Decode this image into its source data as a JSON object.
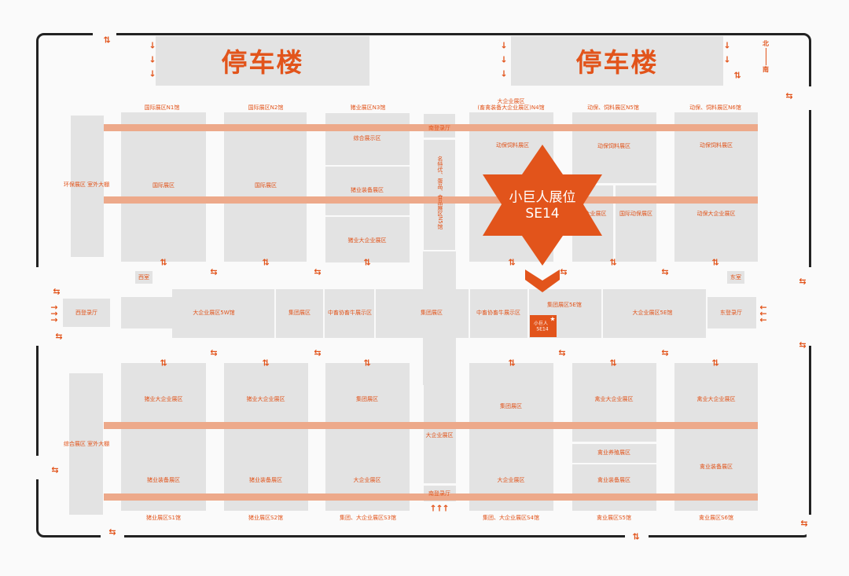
{
  "parking": {
    "label": "停车楼"
  },
  "compass": {
    "north": "北",
    "south": "南"
  },
  "halls_top": {
    "n1": "国际展区N1馆",
    "n2": "国际展区N2馆",
    "n3": "猪业展区N3馆",
    "n4_line1": "大企业展区",
    "n4_line2": "(畜禽装备大企业展区)N4馆",
    "n5": "动保、饲料展区N5馆",
    "n6": "动保、饲料展区N6馆"
  },
  "halls_bottom": {
    "s1": "猪业展区S1馆",
    "s2": "猪业展区S2馆",
    "s3": "集团、大企业展区S3馆",
    "s4": "集团、大企业展区S4馆",
    "s5": "禽业展区S5馆",
    "s6": "禽业展区S6馆"
  },
  "zones": {
    "env_left": "环保展区 室外大棚",
    "general_left": "综合展区 室外大棚",
    "intl_1": "国际展区",
    "intl_2": "国际展区",
    "general_show": "综合展示区",
    "pig_equip": "猪业装备展区",
    "pig_big": "猪业大企业展区",
    "south_hall": "南登录厅",
    "celebrity": "名特优、蛋品、食品展区N5馆",
    "feed_1": "动保饲料展区",
    "feed_2": "动保饲料展区",
    "feed_3": "动保饲料展区",
    "big_ent_small": "大企业展区",
    "intl_feed": "国际动保展区",
    "feed_big": "动保大企业展区",
    "west_gate": "西登录厅",
    "big_ent_5w": "大企业展区5W馆",
    "group_1": "集团展区",
    "mid_show_1": "中畜协畜牛展示区",
    "group_2": "集团展区",
    "mid_show_2": "中畜协畜牛展示区",
    "group_5e": "集团展区5E馆",
    "big_ent_5e": "大企业展区5E馆",
    "east_gate": "东登录厅",
    "west_door": "西室",
    "east_door": "东室",
    "pig_big_s1": "猪业大企业展区",
    "pig_big_s2": "猪业大企业展区",
    "group_s3": "集团展区",
    "group_s4": "集团展区",
    "poultry_big_1": "禽业大企业展区",
    "poultry_big_2": "禽业大企业展区",
    "big_ent_center": "大企业展区",
    "pig_equip_s1": "猪业装备展区",
    "pig_equip_s2": "猪业装备展区",
    "big_ent_s3": "大企业展区",
    "big_ent_s4": "大企业展区",
    "poultry_breed": "禽业养殖展区",
    "poultry_equip_1": "禽业装备展区",
    "poultry_equip_2": "禽业装备展区",
    "south_gate": "南登录厅"
  },
  "booth": {
    "star_line1": "小巨人展位",
    "star_line2": "SE14",
    "small_line1": "小巨人",
    "small_line2": "SE14"
  },
  "colors": {
    "accent": "#e2541b",
    "block": "#e3e3e3",
    "corridor": "#eda98a"
  }
}
